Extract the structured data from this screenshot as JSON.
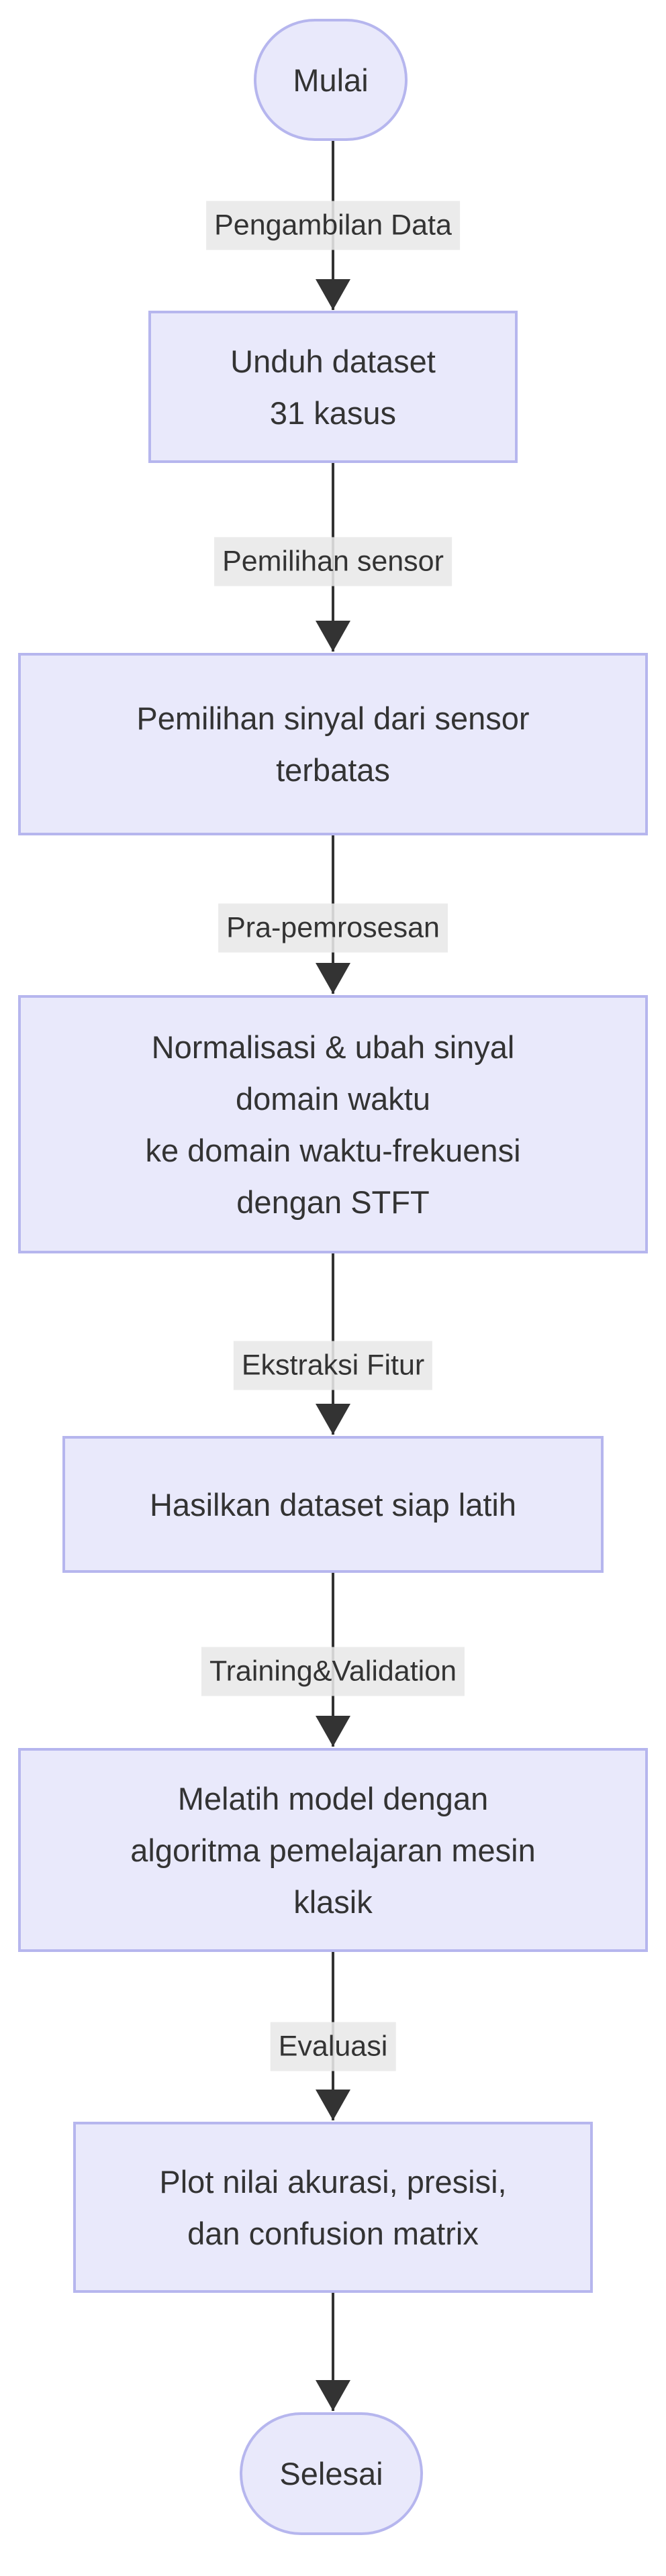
{
  "colors": {
    "background": "#ffffff",
    "node_fill": "#e9e9fb",
    "node_border": "#b6b6ee",
    "node_text": "#333333",
    "edge_line": "#333333",
    "edge_label_bg": "#e8e8e8",
    "edge_label_text": "#333333"
  },
  "flowchart": {
    "nodes": {
      "start": "Mulai",
      "download": "Unduh dataset\n31 kasus",
      "sensor_selection": "Pemilihan sinyal dari sensor\nterbatas",
      "preprocessing": "Normalisasi & ubah sinyal\ndomain waktu\nke domain waktu-frekuensi\ndengan STFT",
      "dataset_ready": "Hasilkan dataset siap latih",
      "training": "Melatih model dengan\nalgoritma pemelajaran mesin\nklasik",
      "evaluation_plot": "Plot nilai akurasi, presisi,\ndan confusion matrix",
      "end": "Selesai"
    },
    "edge_labels": [
      "Pengambilan Data",
      "Pemilihan sensor",
      "Pra-pemrosesan",
      "Ekstraksi Fitur",
      "Training&Validation",
      "Evaluasi"
    ]
  }
}
